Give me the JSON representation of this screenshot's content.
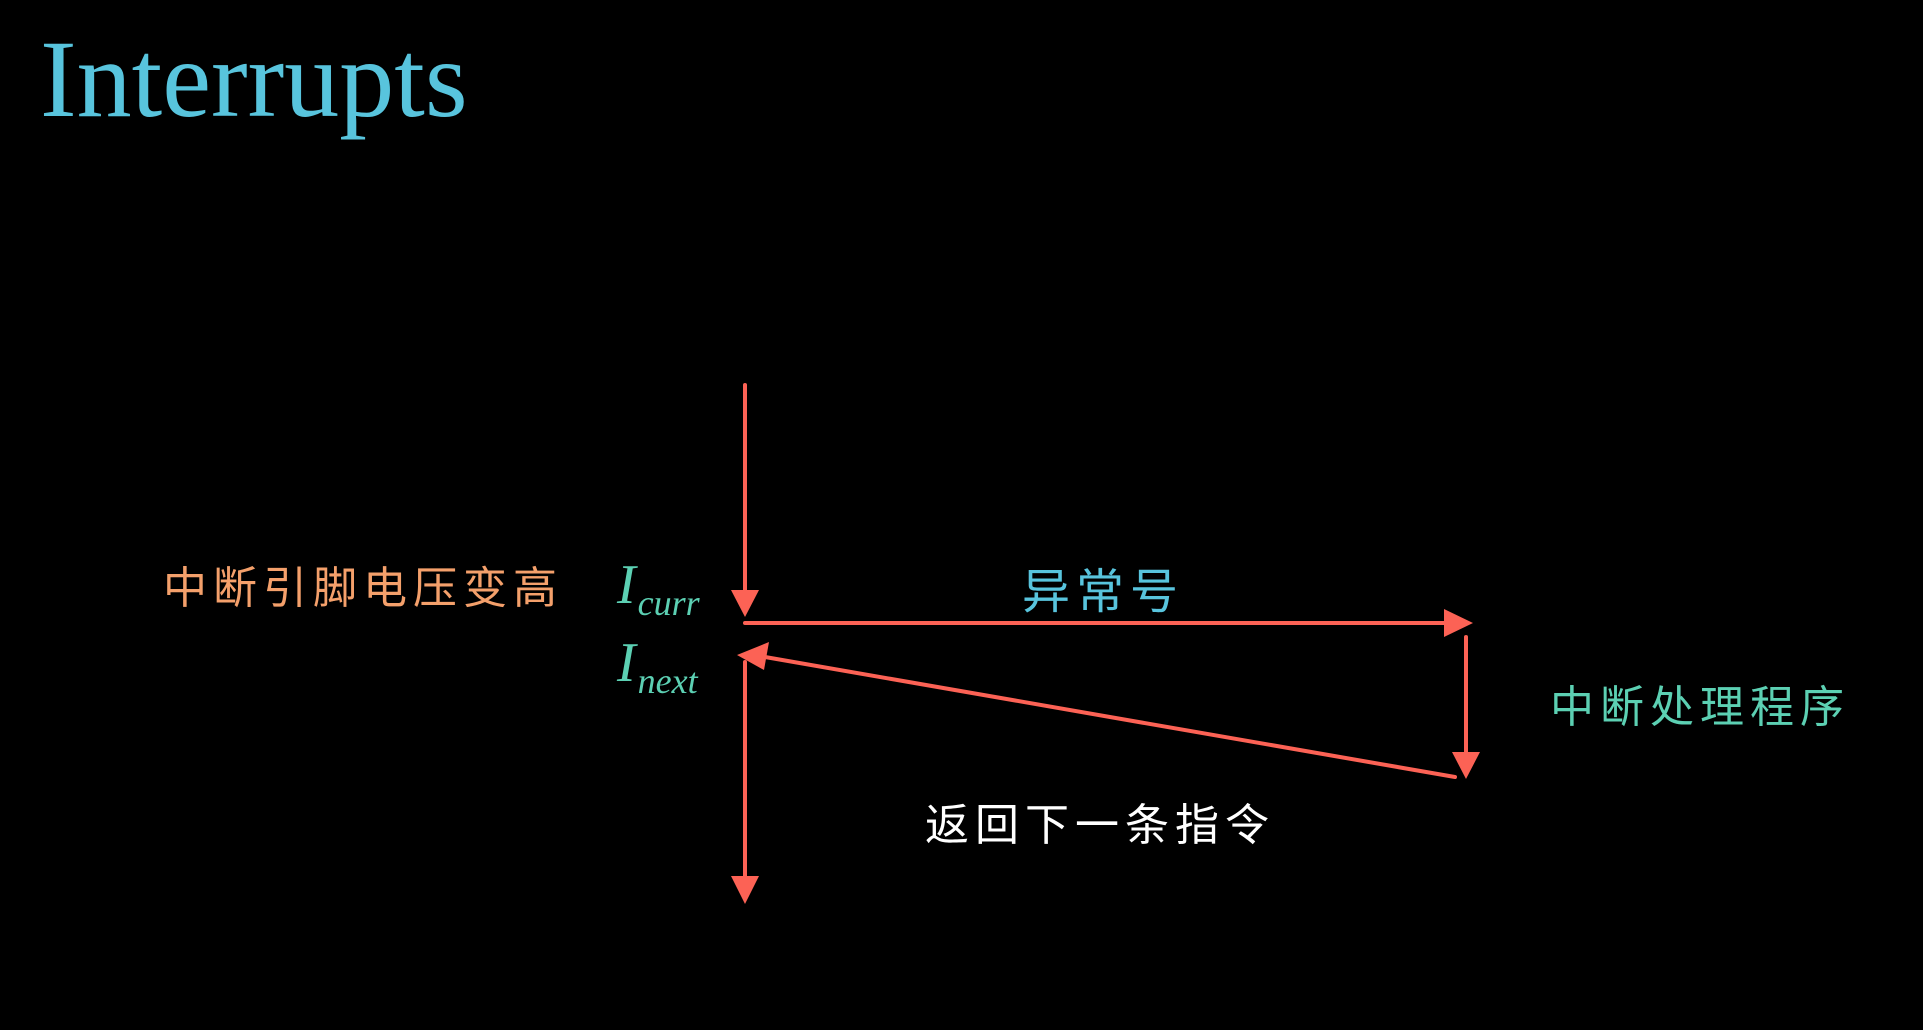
{
  "slide": {
    "title": "Interrupts"
  },
  "labels": {
    "trigger": "中断引脚电压变高",
    "exception_number": "异常号",
    "handler": "中断处理程序",
    "return": "返回下一条指令"
  },
  "math": {
    "current_instruction": {
      "base": "I",
      "subscript": "curr"
    },
    "next_instruction": {
      "base": "I",
      "subscript": "next"
    }
  },
  "colors": {
    "background": "#000000",
    "title": "#58c4dd",
    "arrow": "#fc6255",
    "trigger_label": "#f4a06b",
    "exception_label": "#58c4dd",
    "handler_label": "#5cd0b3",
    "return_label": "#ffffff",
    "math": "#5cd0b3"
  }
}
